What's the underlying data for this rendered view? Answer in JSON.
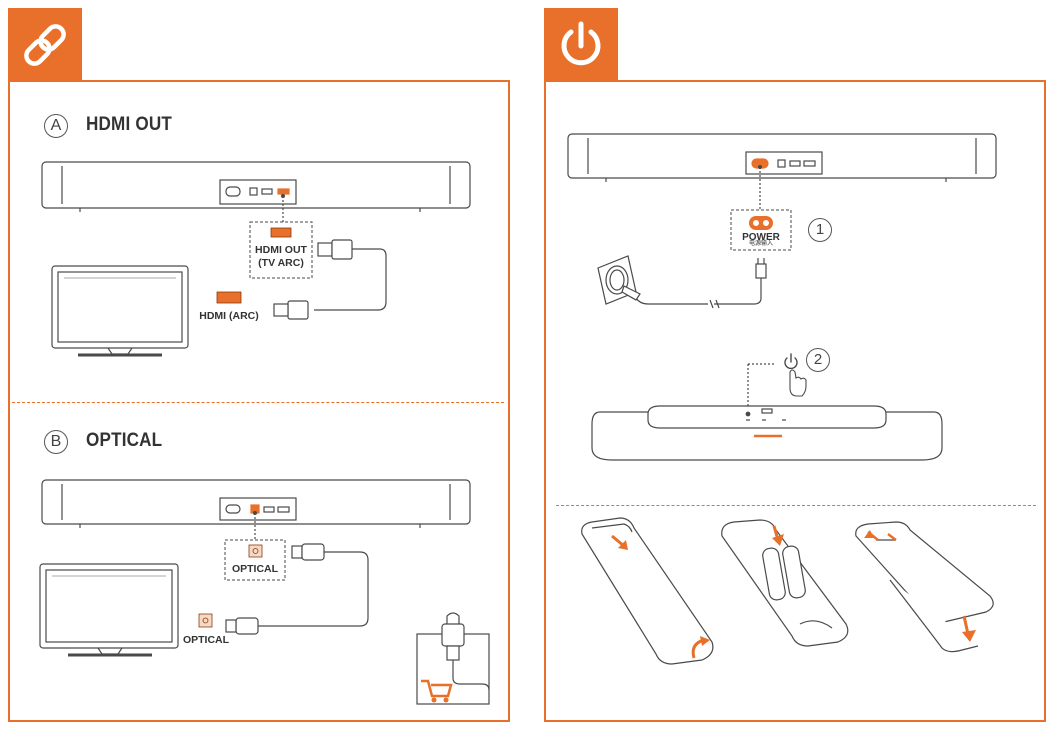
{
  "left_panel": {
    "section_a": {
      "letter": "A",
      "title": "HDMI OUT",
      "soundbar_port_label_line1": "HDMI OUT",
      "soundbar_port_label_line2": "(TV ARC)",
      "tv_port_label": "HDMI (ARC)"
    },
    "section_b": {
      "letter": "B",
      "title": "OPTICAL",
      "soundbar_port_label": "OPTICAL",
      "tv_port_label": "OPTICAL"
    }
  },
  "right_panel": {
    "power_port_label": "POWER",
    "power_port_sublabel": "电源输入",
    "step_1": "1",
    "step_2": "2"
  },
  "colors": {
    "accent": "#e8702a",
    "line": "#4a4a4a"
  },
  "icons": {
    "left_tab": "link-icon",
    "right_tab": "power-icon"
  }
}
